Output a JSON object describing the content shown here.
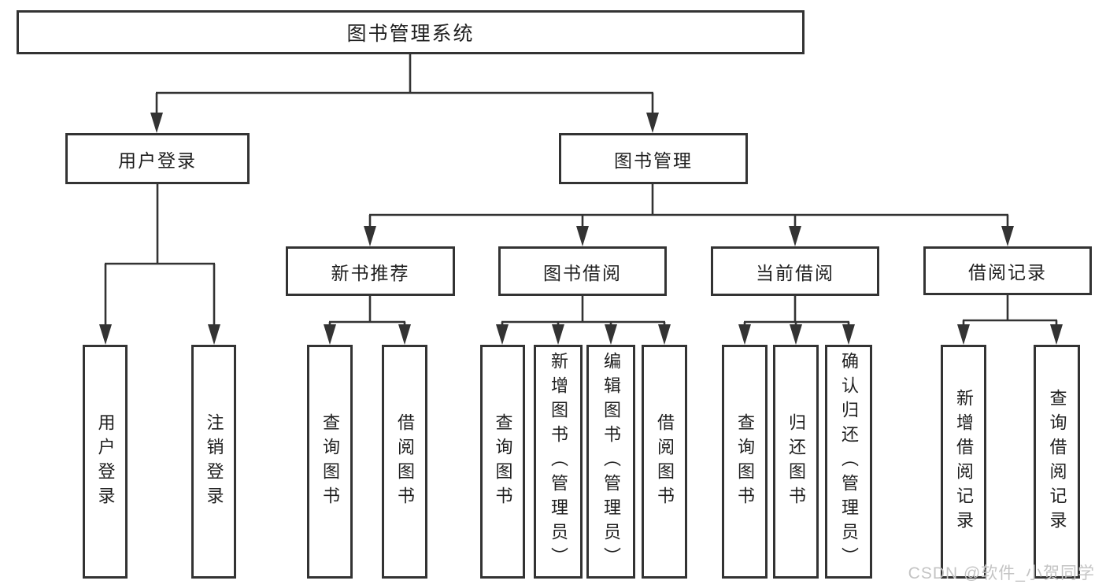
{
  "diagram": {
    "root": "图书管理系统",
    "level2": {
      "user_login": "用户登录",
      "book_management": "图书管理"
    },
    "level3": {
      "new_book_recommend": "新书推荐",
      "book_borrowing": "图书借阅",
      "current_borrowing": "当前借阅",
      "borrowing_records": "借阅记录"
    },
    "leaves": {
      "user_login": "用户登录",
      "logout": "注销登录",
      "nb_query_books": "查询图书",
      "nb_borrow_books": "借阅图书",
      "bb_query_books": "查询图书",
      "bb_add_books": "新增图书（管理员）",
      "bb_edit_books": "编辑图书（管理员）",
      "bb_borrow_books": "借阅图书",
      "cb_query_books": "查询图书",
      "cb_return_books": "归还图书",
      "cb_confirm_return": "确认归还（管理员）",
      "br_add_record": "新增借阅记录",
      "br_query_record": "查询借阅记录"
    }
  },
  "watermark": "CSDN @软件_小贺同学",
  "colors": {
    "line": "#333333",
    "box_border": "#333333",
    "box_background": "#ffffff",
    "text": "#1f1f1f",
    "watermark": "#c4c4c4"
  }
}
